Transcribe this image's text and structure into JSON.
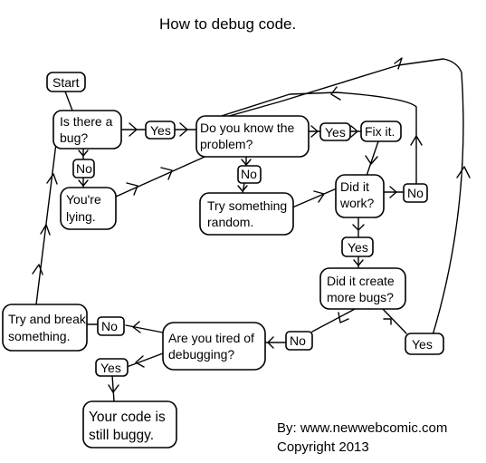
{
  "title": "How to debug code.",
  "nodes": {
    "start": "Start",
    "is_bug_1": "Is there a",
    "is_bug_2": "bug?",
    "yes_1": "Yes",
    "know_1": "Do you know the",
    "know_2": "problem?",
    "yes_2": "Yes",
    "fix": "Fix it.",
    "no_1": "No",
    "lying_1": "You're",
    "lying_2": "lying.",
    "no_2": "No",
    "random_1": "Try something",
    "random_2": "random.",
    "work_1": "Did it",
    "work_2": "work?",
    "no_3": "No",
    "yes_3": "Yes",
    "bugs_1": "Did it create",
    "bugs_2": "more bugs?",
    "yes_4": "Yes",
    "no_4": "No",
    "tired_1": "Are you tired of",
    "tired_2": "debugging?",
    "no_5": "No",
    "break_1": "Try and break",
    "break_2": "something.",
    "yes_5": "Yes",
    "buggy_1": "Your code is",
    "buggy_2": "still buggy."
  },
  "credit": {
    "by": "By: www.newwebcomic.com",
    "copyright": "Copyright 2013"
  }
}
